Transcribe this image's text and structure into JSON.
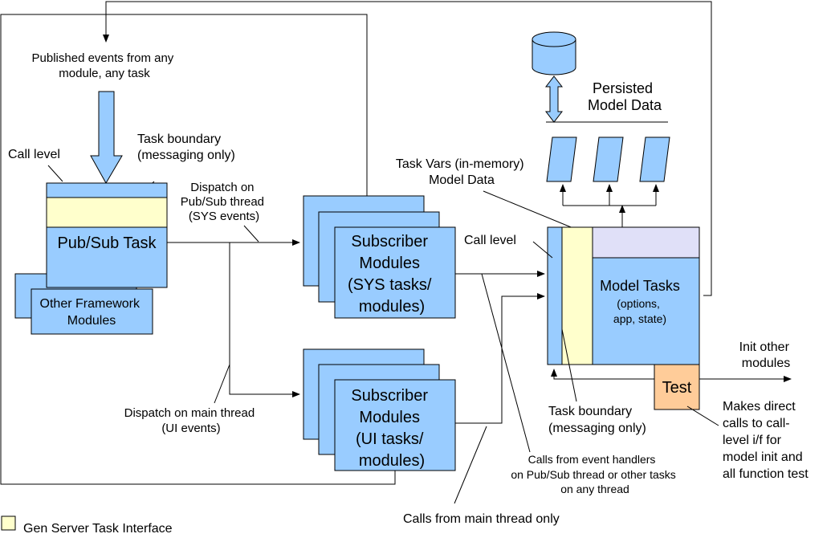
{
  "colors": {
    "module_blue": "#99CCFF",
    "gen_server_yellow": "#FFFFCC",
    "persisted_lavender": "#E0E0F8",
    "test_orange": "#FFCC99"
  },
  "labels": {
    "published_events": [
      "Published events from any",
      "module, any task"
    ],
    "call_level_left": "Call level",
    "task_boundary_left": [
      "Task boundary",
      "(messaging only)"
    ],
    "dispatch_pubsub": [
      "Dispatch on",
      "Pub/Sub thread",
      "(SYS events)"
    ],
    "dispatch_main": [
      "Dispatch on main thread",
      "(UI events)"
    ],
    "task_vars": [
      "Task Vars (in-memory)",
      "Model Data"
    ],
    "persisted_model_data": [
      "Persisted",
      "Model Data"
    ],
    "call_level_right": "Call level",
    "task_boundary_right": [
      "Task boundary",
      "(messaging only)"
    ],
    "calls_event_handlers": [
      "Calls from event handlers",
      "on Pub/Sub thread or other tasks",
      "on any thread"
    ],
    "calls_main_thread": "Calls from main thread only",
    "init_other_modules": [
      "Init other",
      "modules"
    ],
    "makes_direct_calls": [
      "Makes direct",
      "calls to call-",
      "level i/f for",
      "model init and",
      "all function test"
    ]
  },
  "nodes": {
    "pubsub_task": "Pub/Sub Task",
    "other_framework": [
      "Other Framework",
      "Modules"
    ],
    "subscriber_sys": [
      "Subscriber",
      "Modules",
      "(SYS tasks/",
      "modules)"
    ],
    "subscriber_ui": [
      "Subscriber",
      "Modules",
      "(UI tasks/",
      "modules)"
    ],
    "model_tasks": "Model Tasks",
    "model_tasks_sub": [
      "(options,",
      "app, state)"
    ],
    "test": "Test"
  },
  "legend": {
    "gen_server": "Gen Server Task Interface"
  }
}
